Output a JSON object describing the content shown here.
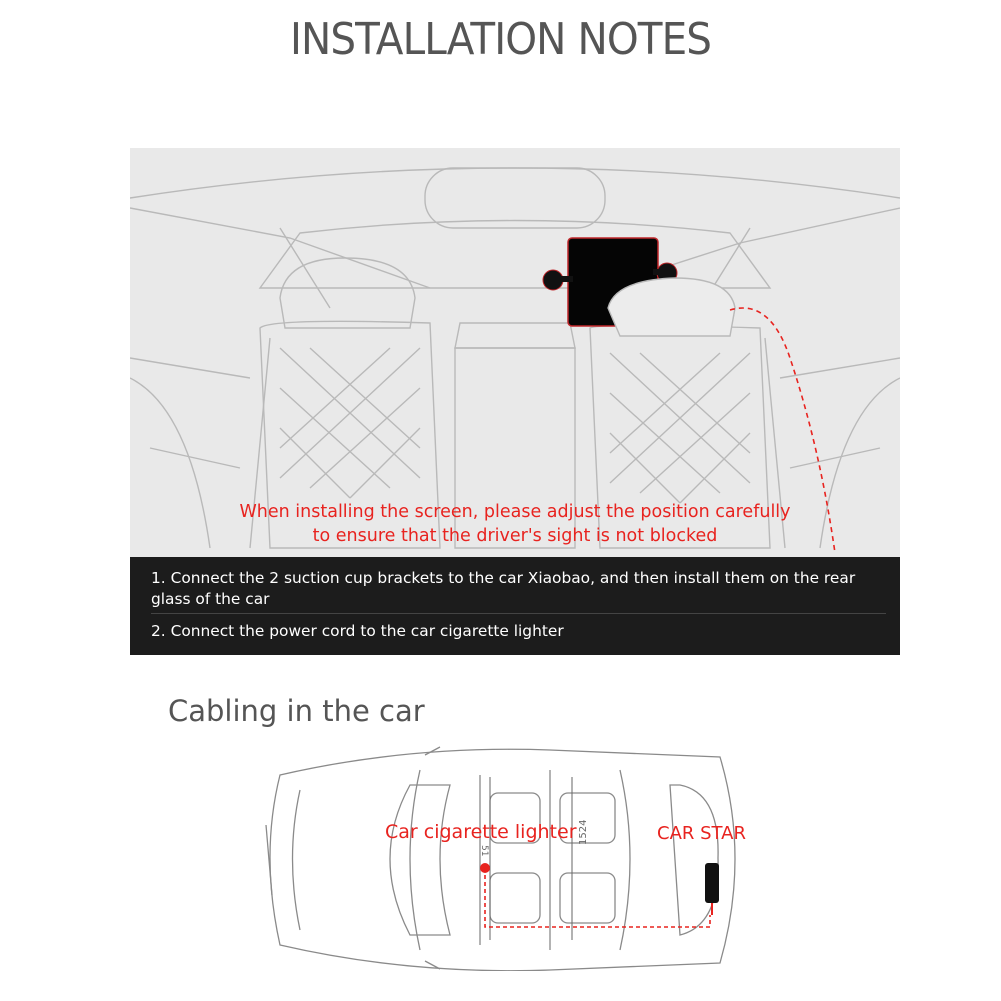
{
  "header": {
    "title": "INSTALLATION NOTES"
  },
  "install_scene": {
    "warning_line1": "When installing the screen, please adjust the position carefully",
    "warning_line2": "to ensure that the driver's sight is not blocked"
  },
  "steps": [
    {
      "text": "1. Connect the 2 suction cup brackets to the car Xiaobao, and then install them on the rear glass of the car"
    },
    {
      "text": "2. Connect the power cord to the car cigarette lighter"
    }
  ],
  "cabling": {
    "title": "Cabling in the car",
    "lighter_label": "Car cigarette lighter",
    "device_label": "CAR STAR",
    "dimension_small": "51",
    "dimension_large": "1524"
  },
  "colors": {
    "accent": "#e8231f",
    "steps_bg": "#1c1c1c",
    "title": "#555555"
  }
}
